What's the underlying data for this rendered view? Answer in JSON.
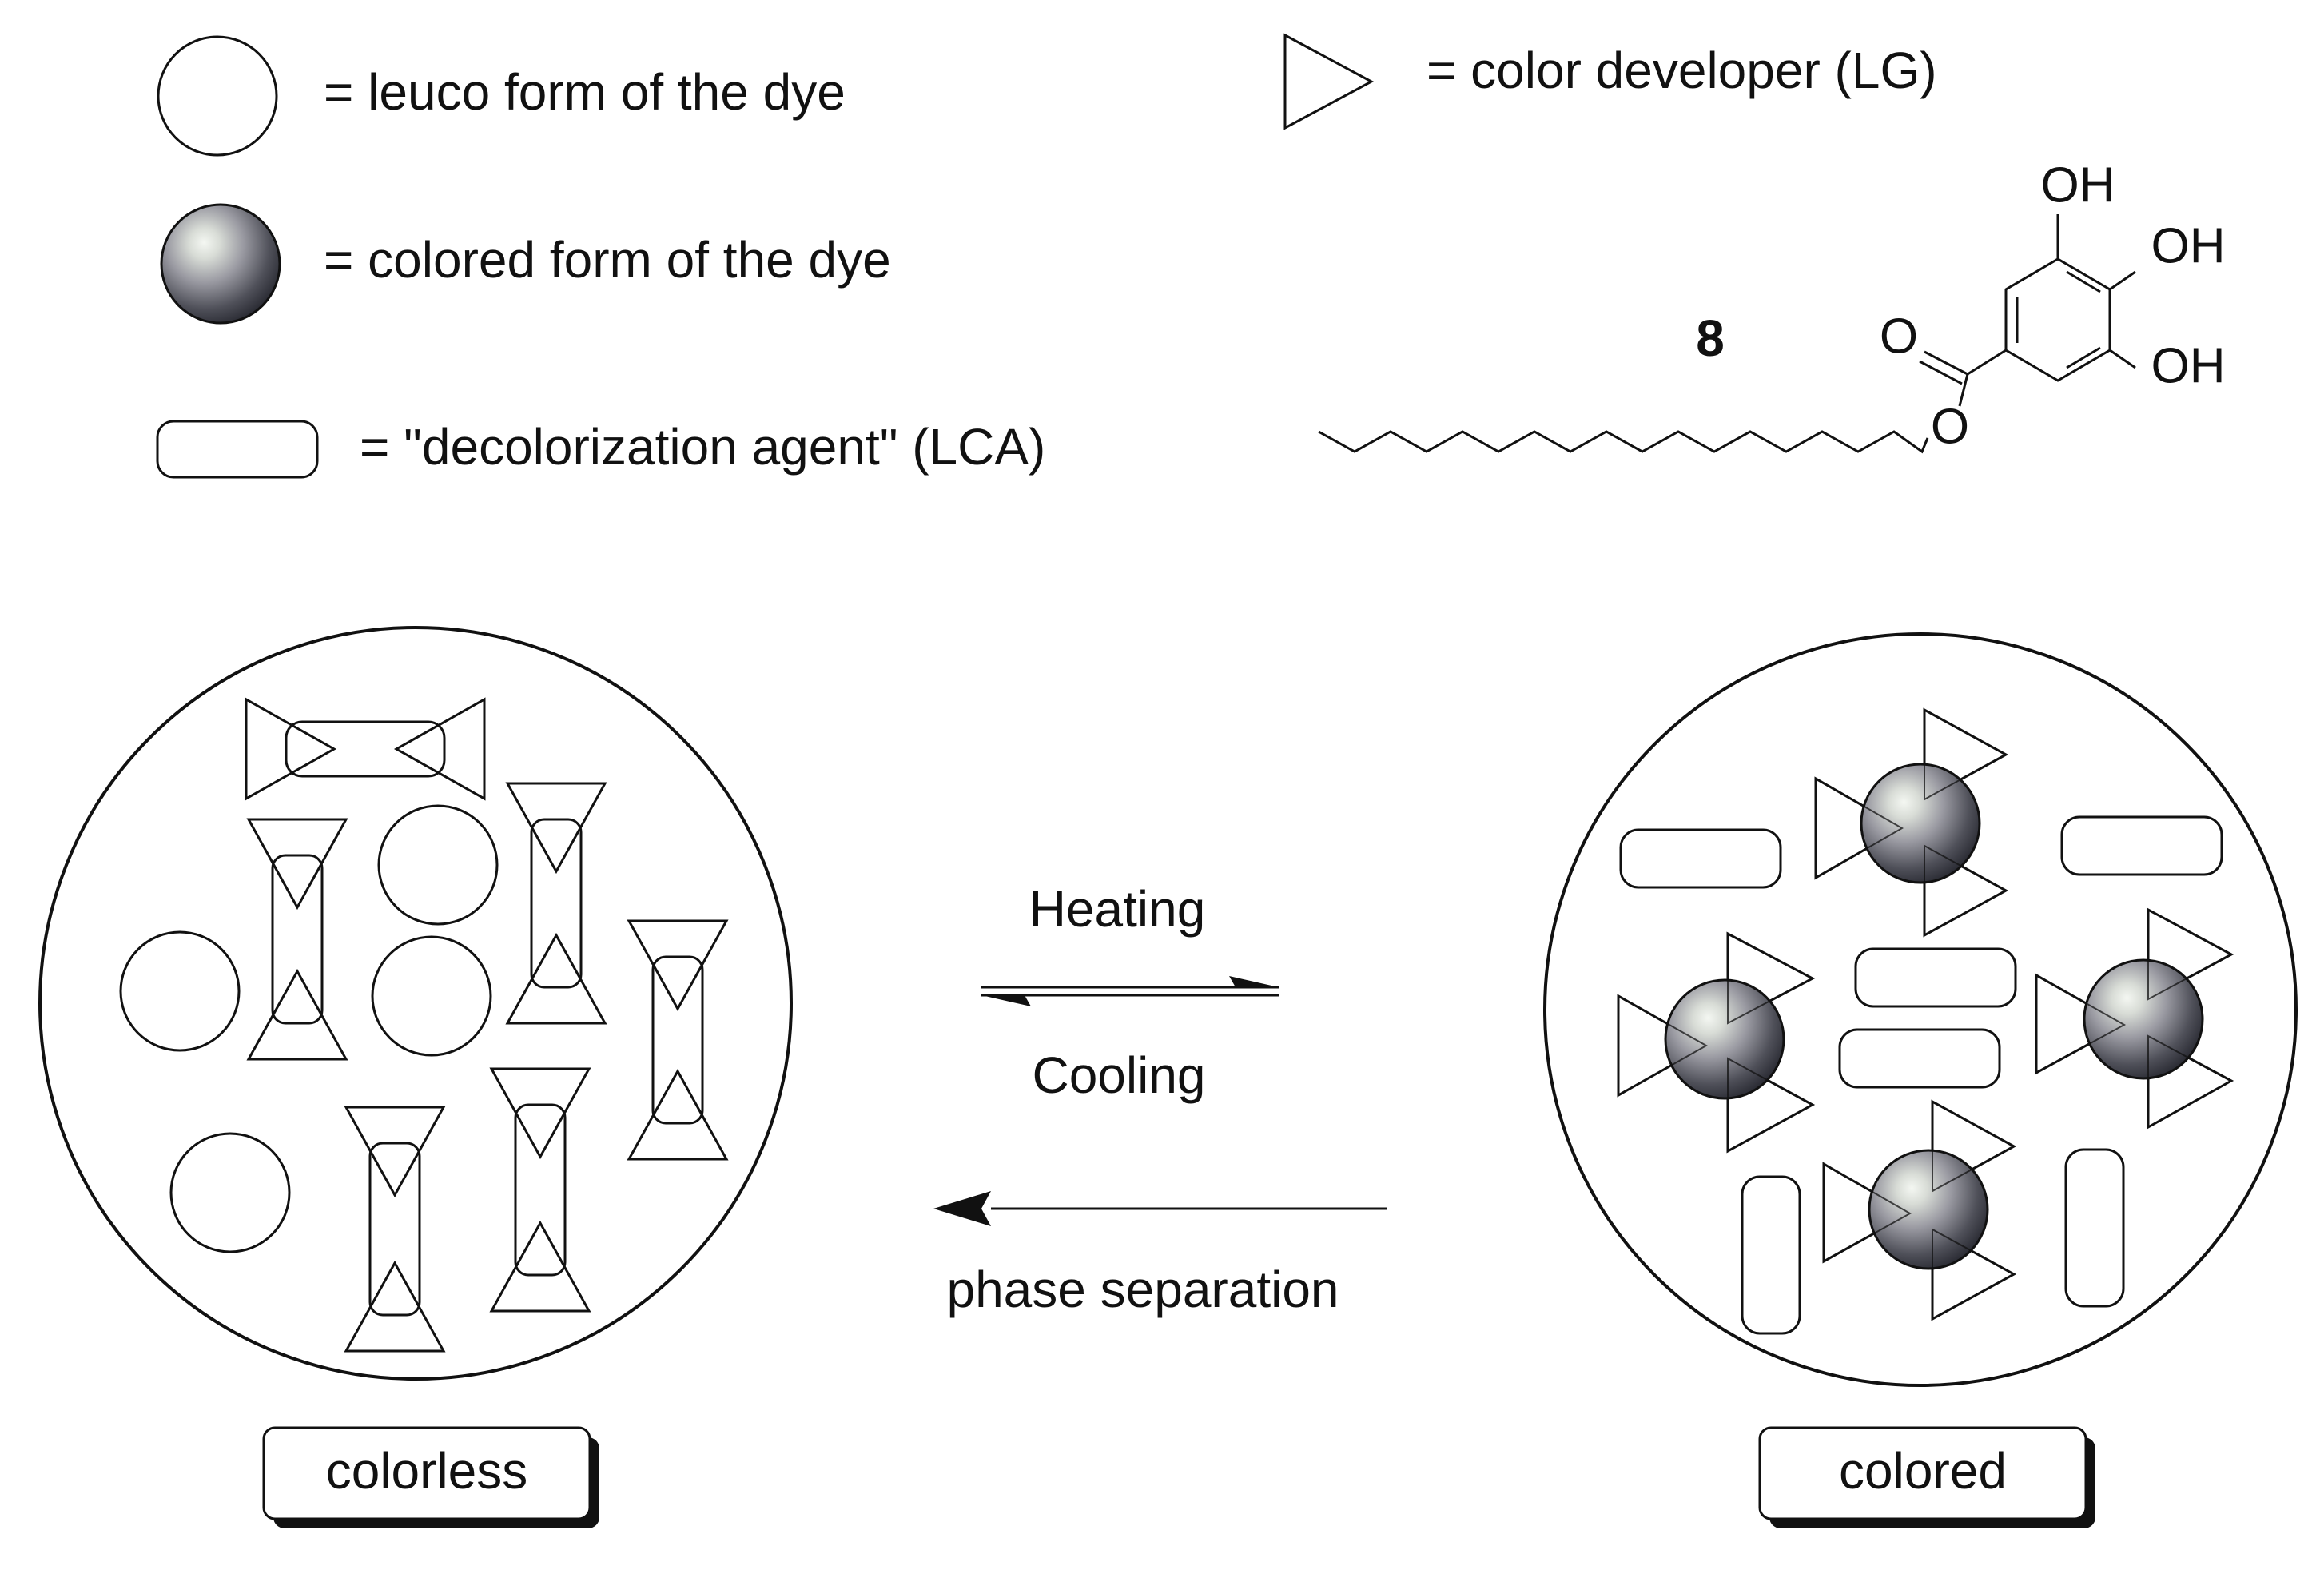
{
  "legend": {
    "leuco": {
      "label": "= leuco form of the dye",
      "icon": "leuco-dye-circle-icon"
    },
    "colored": {
      "label": "= colored form of the dye",
      "icon": "colored-dye-sphere-icon"
    },
    "agent": {
      "label": "= \"decolorization agent\" (LCA)",
      "icon": "decolorization-agent-rect-icon"
    },
    "developer": {
      "label": "= color developer (LG)",
      "icon": "color-developer-triangle-icon"
    }
  },
  "compound": {
    "number": "8",
    "oh1": "OH",
    "oh2": "OH",
    "oh3": "OH",
    "o_carbonyl": "O",
    "o_ester": "O"
  },
  "process": {
    "heating": "Heating",
    "cooling": "Cooling",
    "phase_separation": "phase separation"
  },
  "states": {
    "left": "colorless",
    "right": "colored"
  },
  "colors": {
    "stroke": "#111111",
    "sphere_light": "#f4f7f2",
    "sphere_mid": "#9a9aa2",
    "sphere_dark": "#22232b"
  }
}
